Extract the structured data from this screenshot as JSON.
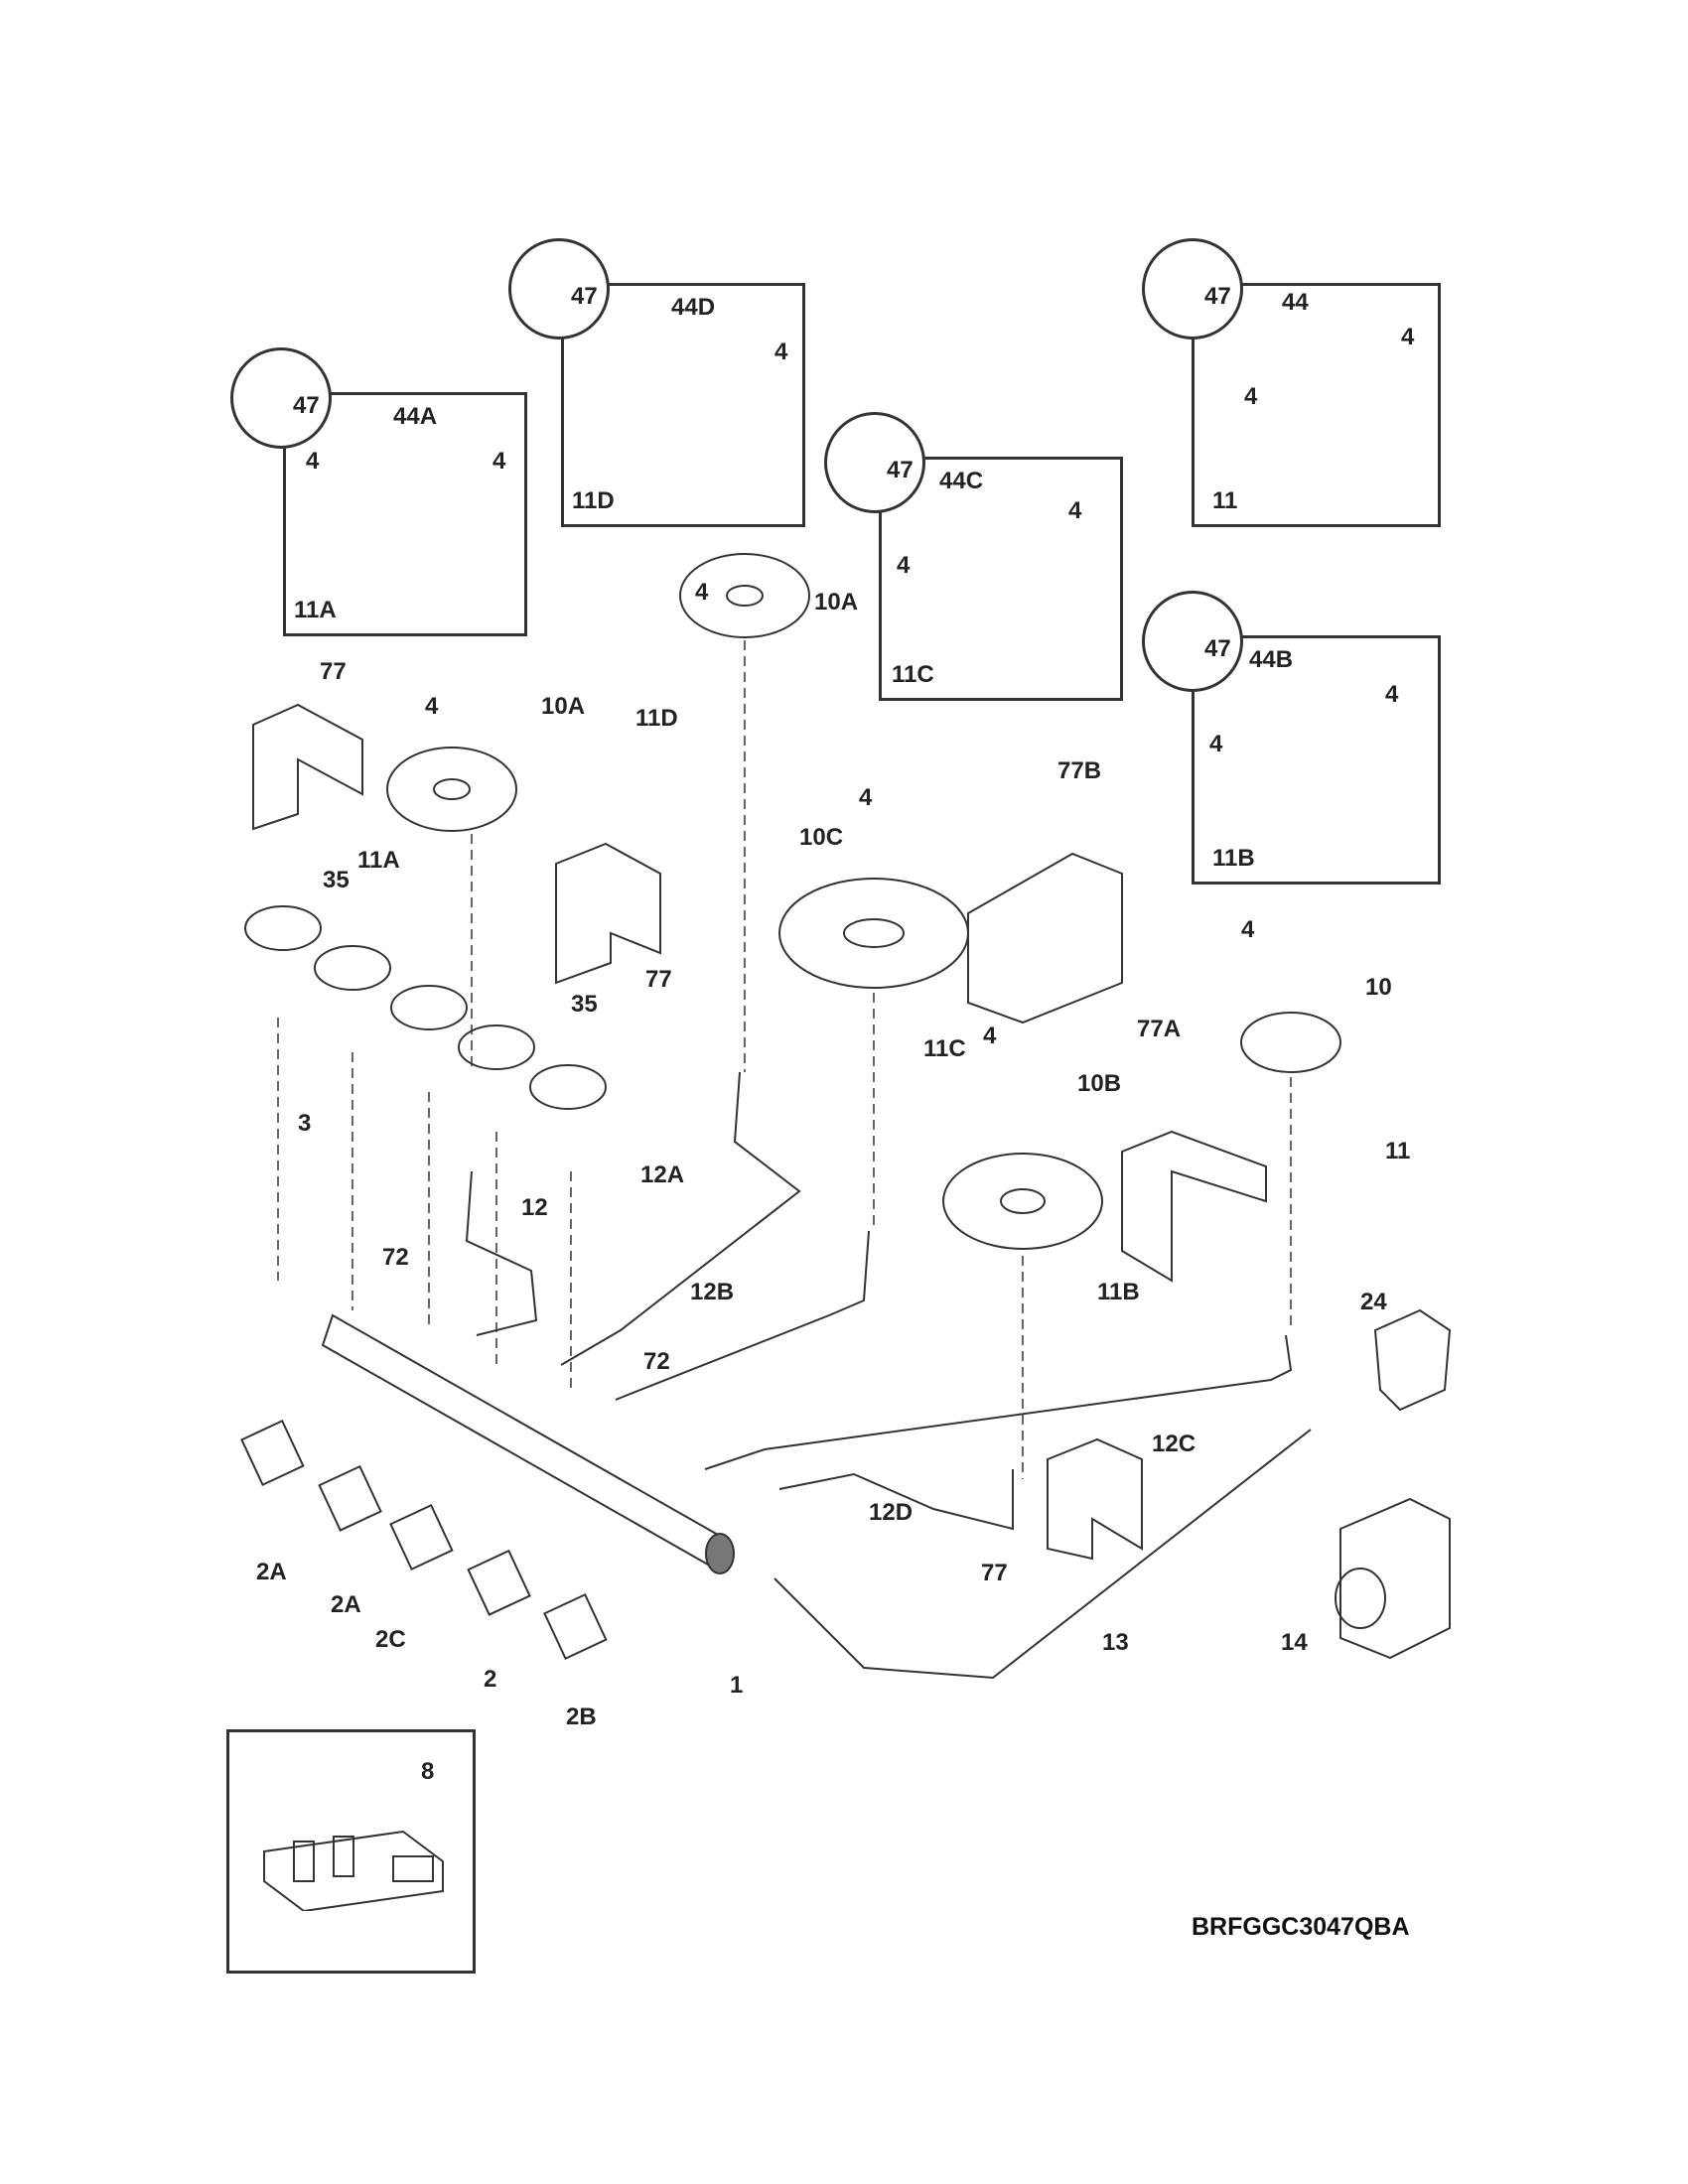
{
  "model_code": "BRFGGC3047QBA",
  "insets": [
    {
      "id": "11A",
      "bubble": "47",
      "orifice": "44A",
      "screw": "4"
    },
    {
      "id": "11D",
      "bubble": "47",
      "orifice": "44D",
      "screw": "4"
    },
    {
      "id": "11C",
      "bubble": "47",
      "orifice": "44C",
      "screw": "4"
    },
    {
      "id": "11",
      "bubble": "47",
      "orifice": "44",
      "screw": "4"
    },
    {
      "id": "11B",
      "bubble": "47",
      "orifice": "44B",
      "screw": "4"
    }
  ],
  "parts": {
    "p1": "1",
    "p2": "2",
    "p2A": "2A",
    "p2B": "2B",
    "p2C": "2C",
    "p3": "3",
    "p4": "4",
    "p8": "8",
    "p10": "10",
    "p10A": "10A",
    "p10B": "10B",
    "p10C": "10C",
    "p11": "11",
    "p11A": "11A",
    "p11B": "11B",
    "p11C": "11C",
    "p11D": "11D",
    "p12": "12",
    "p12A": "12A",
    "p12B": "12B",
    "p12C": "12C",
    "p12D": "12D",
    "p13": "13",
    "p14": "14",
    "p24": "24",
    "p35": "35",
    "p72": "72",
    "p77": "77",
    "p77A": "77A",
    "p77B": "77B"
  }
}
